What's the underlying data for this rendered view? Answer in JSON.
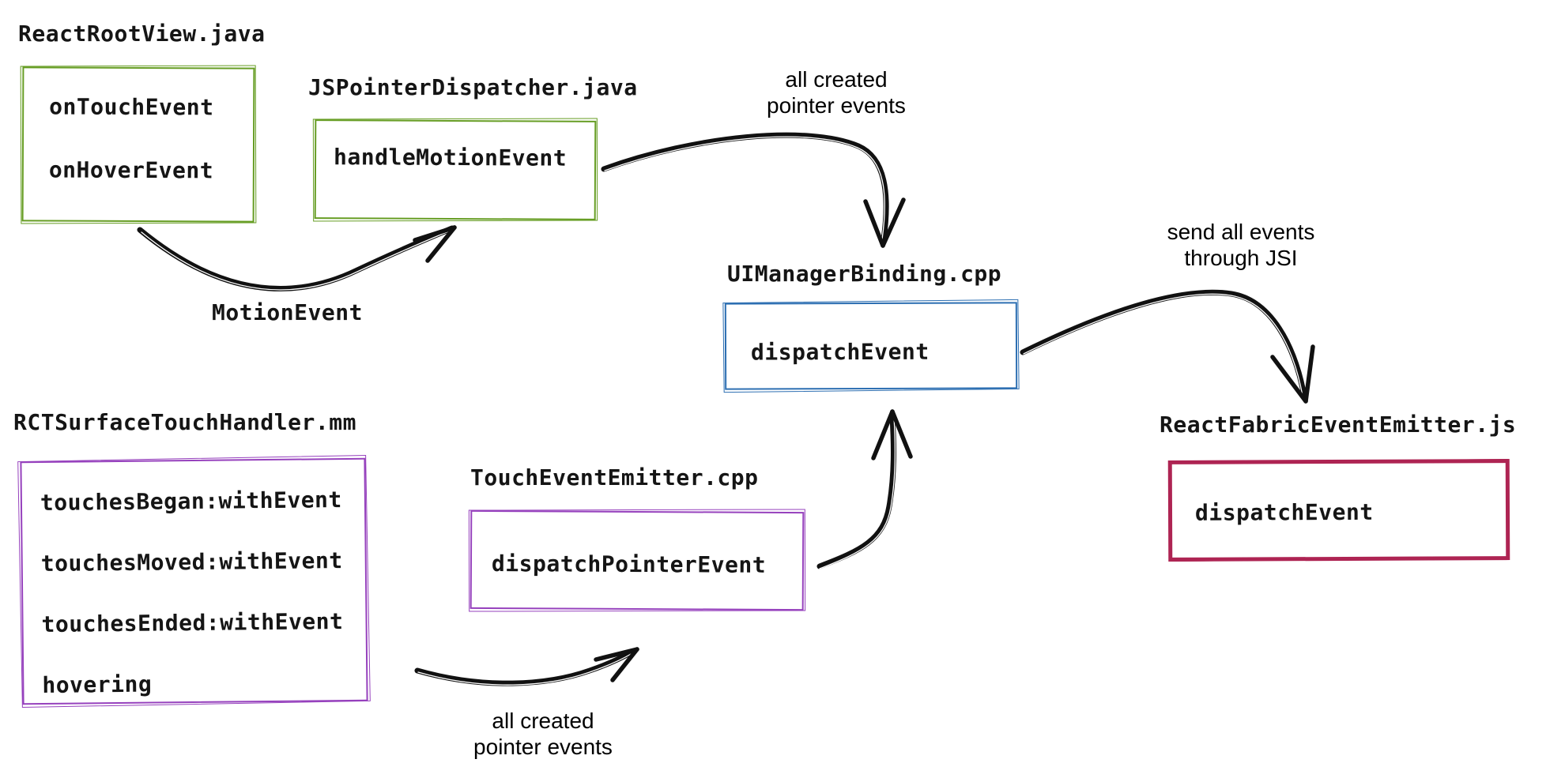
{
  "colors": {
    "green": "#669d23",
    "blue": "#2d6fb2",
    "purple": "#9641bd",
    "crimson": "#ae2453",
    "ink": "#111111"
  },
  "nodes": {
    "react_root_view": {
      "title": "ReactRootView.java",
      "items": [
        "onTouchEvent",
        "onHoverEvent"
      ]
    },
    "js_pointer_dispatcher": {
      "title": "JSPointerDispatcher.java",
      "items": [
        "handleMotionEvent"
      ]
    },
    "ui_manager_binding": {
      "title": "UIManagerBinding.cpp",
      "items": [
        "dispatchEvent"
      ]
    },
    "react_fabric_event_emitter": {
      "title": "ReactFabricEventEmitter.js",
      "items": [
        "dispatchEvent"
      ]
    },
    "rct_surface_touch_handler": {
      "title": "RCTSurfaceTouchHandler.mm",
      "items": [
        "touchesBegan:withEvent",
        "touchesMoved:withEvent",
        "touchesEnded:withEvent",
        "hovering"
      ]
    },
    "touch_event_emitter": {
      "title": "TouchEventEmitter.cpp",
      "items": [
        "dispatchPointerEvent"
      ]
    }
  },
  "edges": {
    "motion_event": {
      "label": "MotionEvent"
    },
    "created_pointer_events_top": {
      "label": "all created\npointer events"
    },
    "send_through_jsi": {
      "label": "send all events\nthrough JSI"
    },
    "created_pointer_events_bottom": {
      "label": "all created\npointer events"
    }
  }
}
